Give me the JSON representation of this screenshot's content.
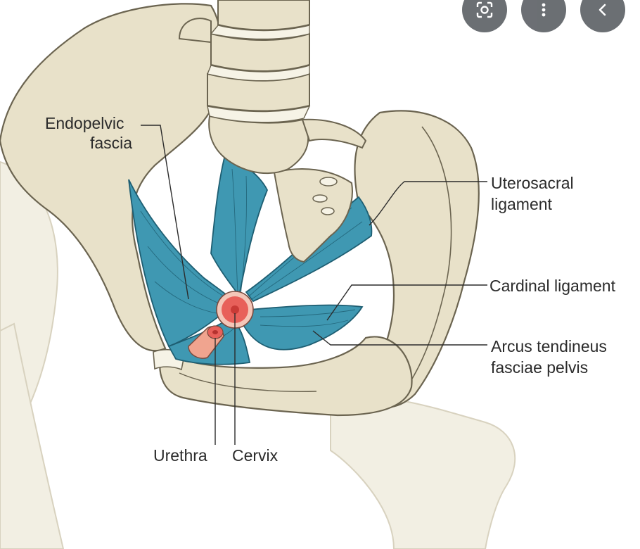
{
  "labels": {
    "endopelvic_line1": "Endopelvic",
    "endopelvic_line2": "fascia",
    "uterosacral_line1": "Uterosacral",
    "uterosacral_line2": "ligament",
    "cardinal": "Cardinal ligament",
    "arcus_line1": "Arcus tendineus",
    "arcus_line2": "fasciae pelvis",
    "urethra": "Urethra",
    "cervix": "Cervix"
  },
  "controls": {
    "lens_icon": "lens-icon",
    "more_icon": "more-vert-icon",
    "back_icon": "chevron-left-icon"
  },
  "colors": {
    "bone": "#e8e1c9",
    "bone_outline": "#6b6450",
    "ligament": "#3f98b2",
    "ligament_outline": "#1e5e72",
    "cervix": "#e8605a",
    "urethra": "#f0a48f",
    "background_bone": "#f2efe3",
    "button": "#5f6368"
  }
}
